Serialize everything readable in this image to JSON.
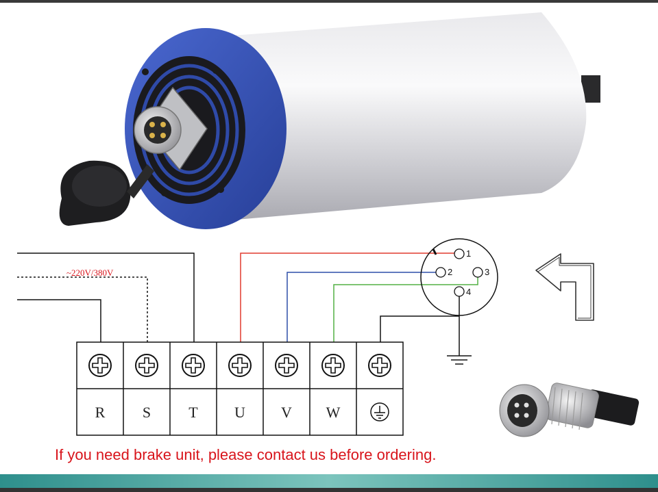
{
  "voltage_label": "~220V/380V",
  "terminals": [
    {
      "label": "R"
    },
    {
      "label": "S"
    },
    {
      "label": "T"
    },
    {
      "label": "U"
    },
    {
      "label": "V"
    },
    {
      "label": "W"
    },
    {
      "label": ""
    }
  ],
  "pins": [
    "1",
    "2",
    "3",
    "4"
  ],
  "notice": "If you need brake unit, please contact us before ordering.",
  "colors": {
    "wire_u": "#e03a2e",
    "wire_v": "#2d4fa8",
    "wire_w": "#52b043",
    "notice": "#d8141b",
    "cap_blue": "#3350b5"
  }
}
